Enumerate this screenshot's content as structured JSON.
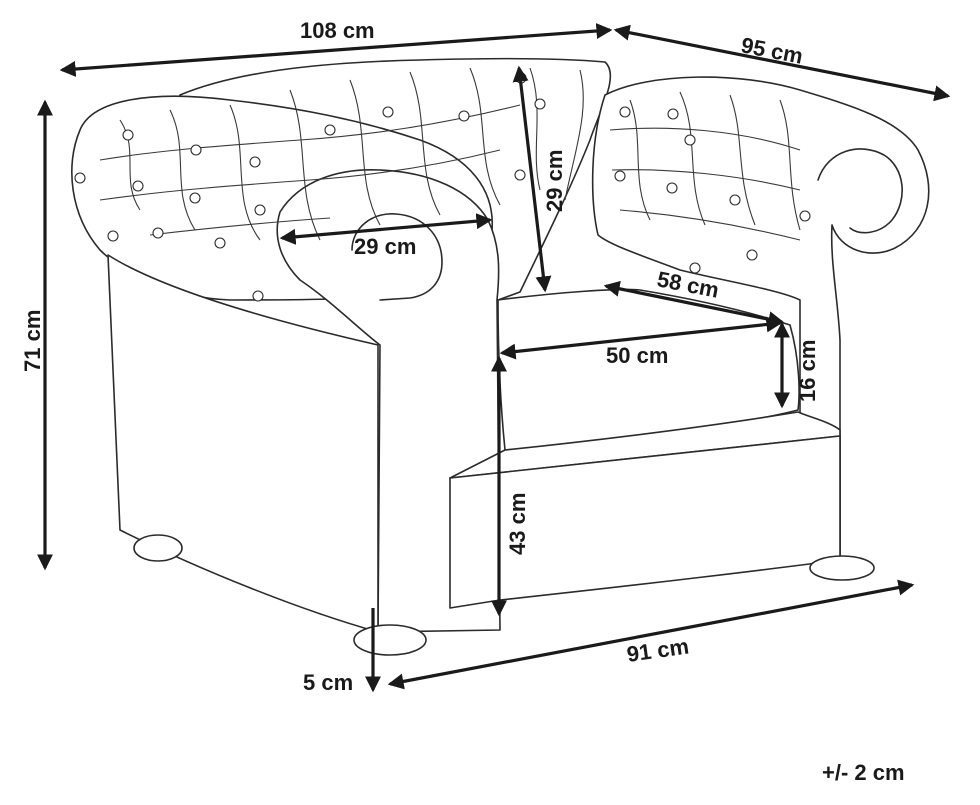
{
  "dimensions": {
    "total_width": "108 cm",
    "total_depth": "95 cm",
    "total_height": "71 cm",
    "armrest_width": "29 cm",
    "backrest_height": "29 cm",
    "seat_depth": "58 cm",
    "seat_width": "50 cm",
    "seat_cushion_height": "16 cm",
    "seat_height": "43 cm",
    "leg_height": "5 cm",
    "base_width": "91 cm"
  },
  "tolerance": "+/- 2 cm"
}
